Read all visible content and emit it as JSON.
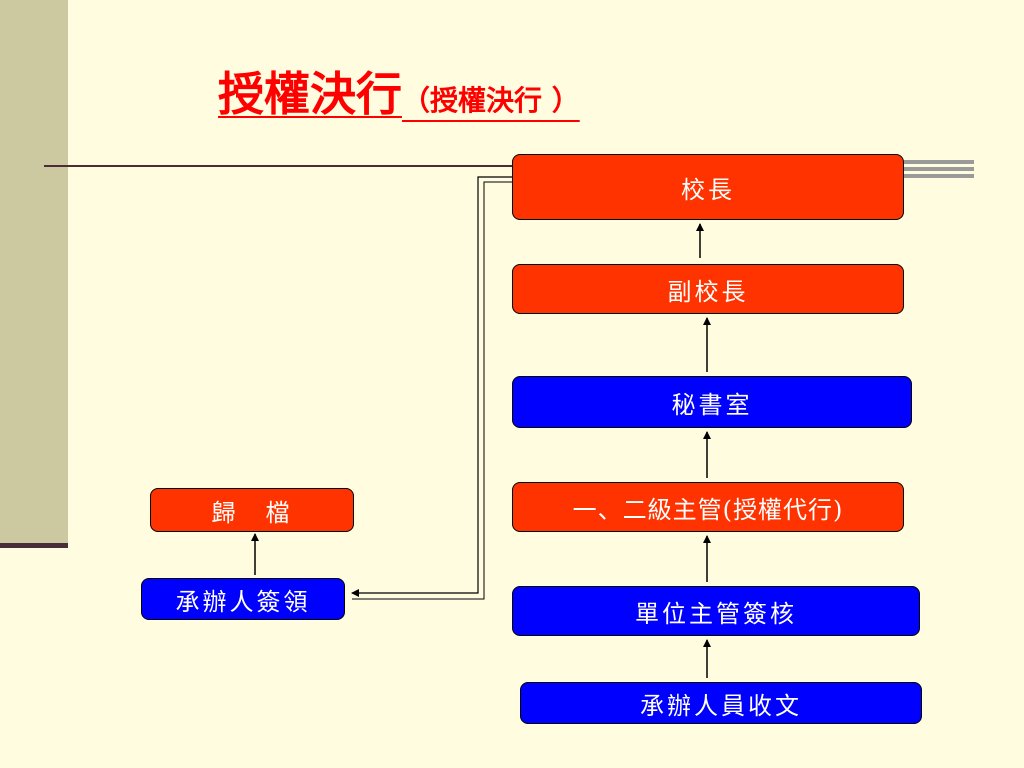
{
  "title": {
    "main": "授權決行",
    "sub": "（授權決行 ）"
  },
  "nodes": {
    "principal": "校長",
    "vice_principal": "副校長",
    "secretariat": "秘書室",
    "managers": "一、二級主管(授權代行)",
    "unit_supervisor": "單位主管簽核",
    "staff_receive": "承辦人員收文",
    "archive": "歸　檔",
    "handler_sign": "承辦人簽領"
  },
  "colors": {
    "red_node": "#FF3300",
    "blue_node": "#0000FF",
    "title": "#FF0000",
    "background": "#FFFCE0"
  }
}
